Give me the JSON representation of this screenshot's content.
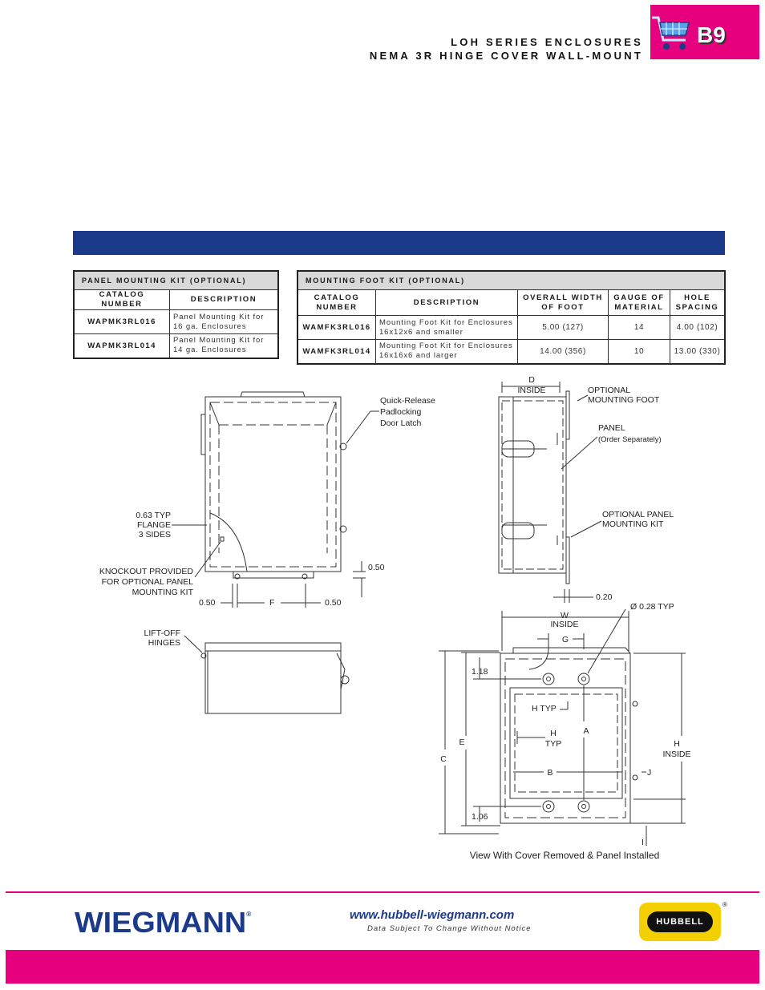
{
  "header": {
    "title_line1": "LOH SERIES ENCLOSURES",
    "title_line2": "NEMA 3R HINGE COVER WALL-MOUNT",
    "tab_label": "B9",
    "tab_color": "#e6007e",
    "cart_icon": "shopping-cart-icon"
  },
  "bar_color": "#1c3a8a",
  "panel_kit": {
    "title": "PANEL MOUNTING KIT (OPTIONAL)",
    "headers": [
      "CATALOG NUMBER",
      "DESCRIPTION"
    ],
    "rows": [
      {
        "catalog": "WAPMK3RL016",
        "description": "Panel Mounting Kit for 16 ga. Enclosures"
      },
      {
        "catalog": "WAPMK3RL014",
        "description": "Panel Mounting Kit for 14 ga. Enclosures"
      }
    ]
  },
  "foot_kit": {
    "title": "MOUNTING FOOT KIT (OPTIONAL)",
    "headers": [
      "CATALOG NUMBER",
      "DESCRIPTION",
      "OVERALL WIDTH OF FOOT",
      "GAUGE OF MATERIAL",
      "HOLE SPACING"
    ],
    "rows": [
      {
        "catalog": "WAMFK3RL016",
        "description": "Mounting Foot Kit for Enclosures 16x12x6 and smaller",
        "width": "5.00 (127)",
        "gauge": "14",
        "spacing": "4.00 (102)"
      },
      {
        "catalog": "WAMFK3RL014",
        "description": "Mounting Foot Kit for Enclosures 16x16x6 and larger",
        "width": "14.00 (356)",
        "gauge": "10",
        "spacing": "13.00 (330)"
      }
    ]
  },
  "front_view": {
    "latch": "Quick-Release",
    "latch2": "Padlocking",
    "latch3": "Door Latch",
    "flange1": "0.63 TYP",
    "flange2": "FLANGE",
    "flange3": "3 SIDES",
    "knockout1": "KNOCKOUT PROVIDED",
    "knockout2": "FOR OPTIONAL PANEL",
    "knockout3": "MOUNTING KIT",
    "dim_050_right": "0.50",
    "dim_050_left": "0.50",
    "dim_F": "F",
    "dim_050_bottom": "0.50"
  },
  "side_view": {
    "d": "D",
    "inside": "INSIDE",
    "foot1": "OPTIONAL",
    "foot2": "MOUNTING FOOT",
    "panel1": "PANEL",
    "panel2": "(Order Separately)",
    "kit1": "OPTIONAL PANEL",
    "kit2": "MOUNTING KIT",
    "dim_020": "0.20"
  },
  "bottom_view": {
    "hinges1": "LIFT-OFF",
    "hinges2": "HINGES"
  },
  "back_view": {
    "hole": "Ø 0.28 TYP",
    "w": "W",
    "w_inside": "INSIDE",
    "g": "G",
    "d118": "1.18",
    "htyp": "H TYP",
    "h": "H",
    "typ": "TYP",
    "a": "A",
    "e": "E",
    "c": "C",
    "b": "B",
    "j": "J",
    "h_right": "H",
    "h_inside": "INSIDE",
    "d106": "1.06",
    "i": "I",
    "caption": "View With Cover Removed & Panel Installed"
  },
  "footer": {
    "brand": "WIEGMANN",
    "reg": "®",
    "url": "www.hubbell-wiegmann.com",
    "note": "Data Subject To Change Without Notice",
    "hubbell": "HUBBELL",
    "hubbell_reg": "®"
  }
}
